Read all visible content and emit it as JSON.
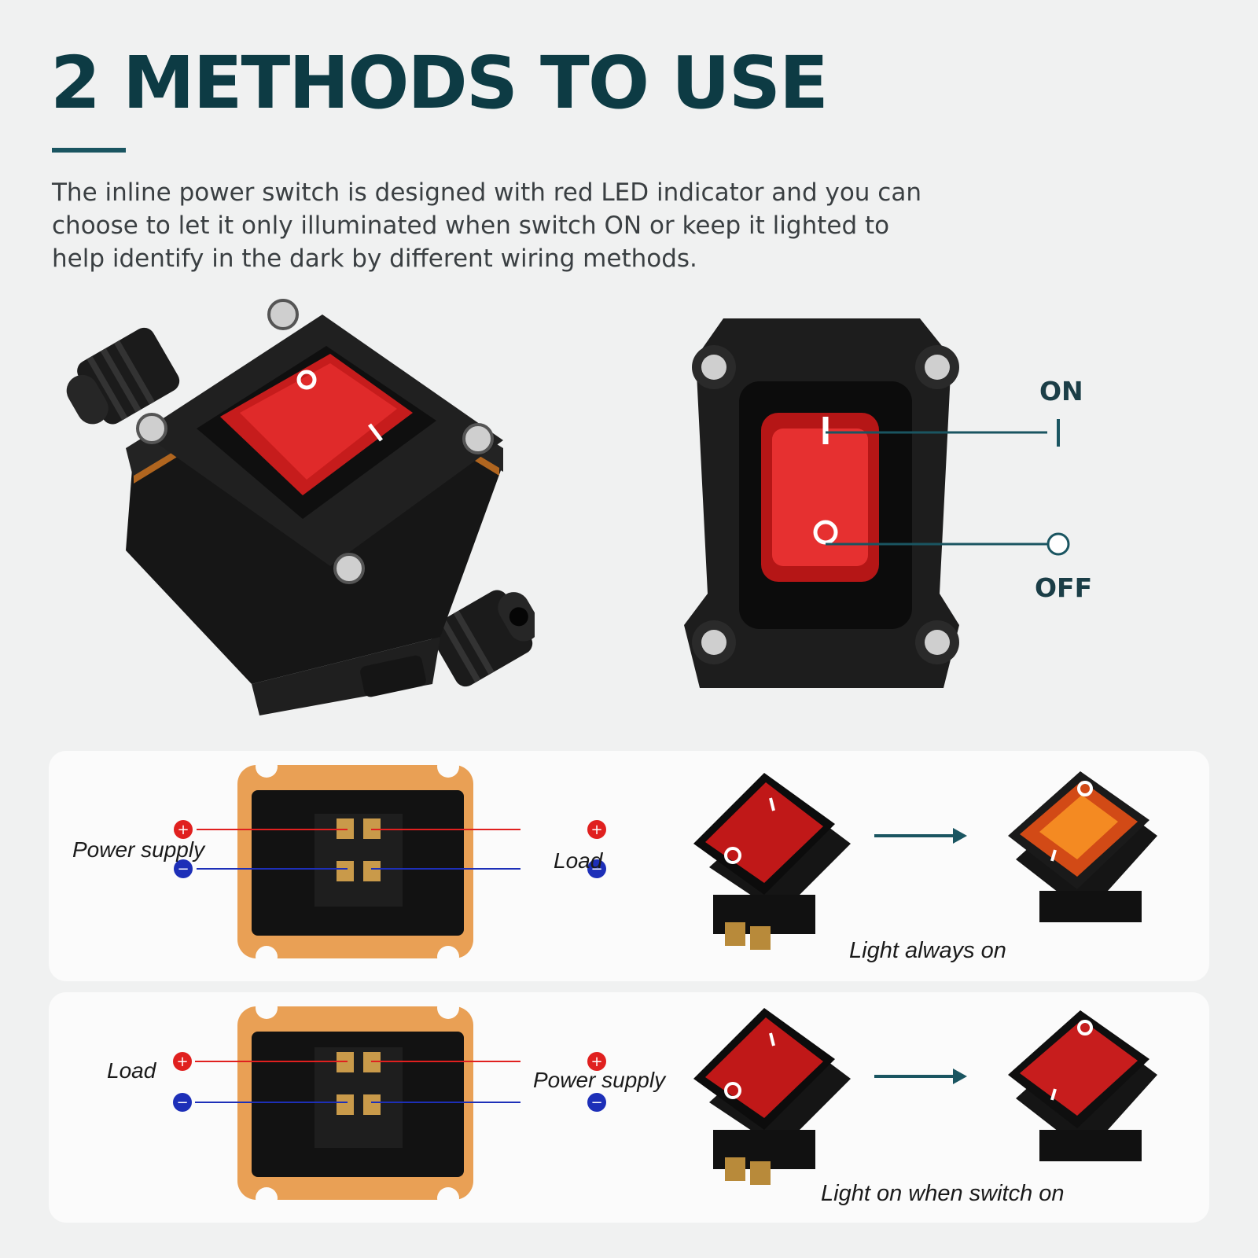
{
  "header": {
    "title": "2 METHODS TO USE",
    "description": "The inline power switch is designed with red LED indicator and you can choose to let it only illuminated when switch ON or keep it lighted to help identify in the dark by different wiring methods."
  },
  "front_view": {
    "on_label": "ON",
    "off_label": "OFF"
  },
  "method_1": {
    "left_label": "Power supply",
    "right_label": "Load",
    "caption": "Light always on"
  },
  "method_2": {
    "left_label": "Load",
    "right_label": "Power supply",
    "caption": "Light on when switch on"
  },
  "colors": {
    "title": "#0d3b44",
    "accent": "#1a5561",
    "positive_wire": "#e0201f",
    "negative_wire": "#1d2fb8",
    "housing_gasket": "#e9a055"
  }
}
